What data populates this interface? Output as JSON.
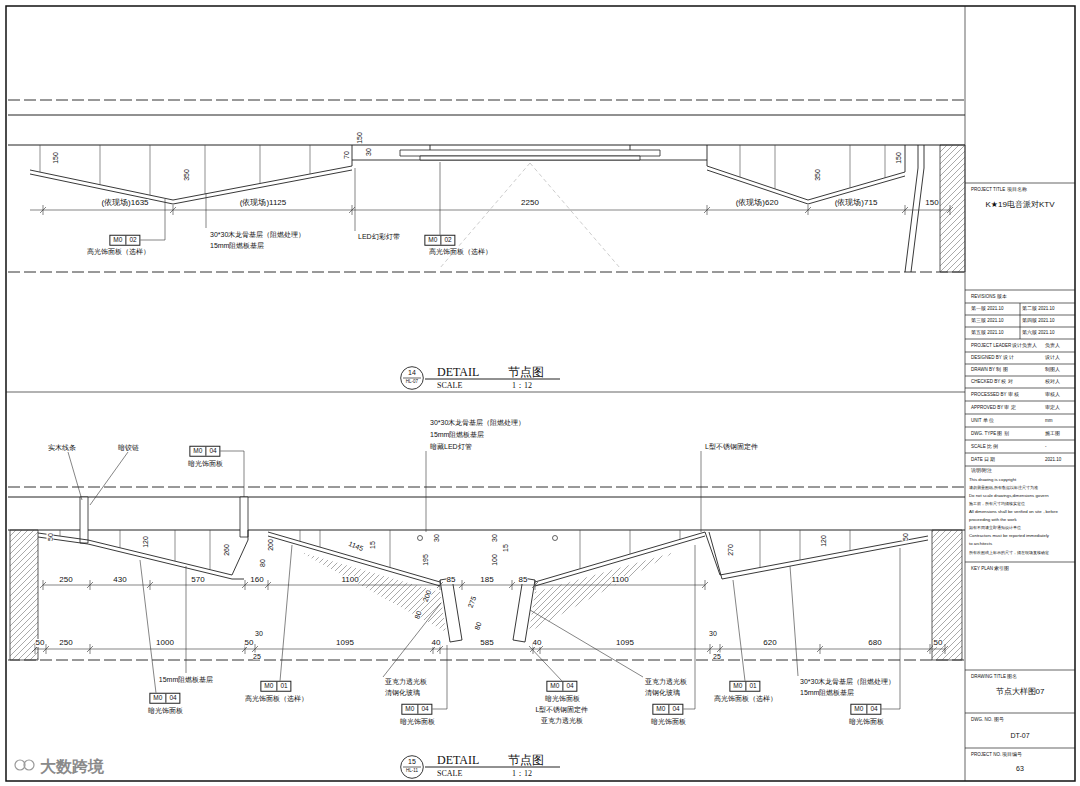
{
  "diagram": {
    "nodes": [
      {
        "text": [
          "M0",
          "02"
        ]
      },
      {
        "text": [
          "M0",
          "02"
        ]
      },
      {
        "text": [
          "14",
          "HL-07"
        ]
      },
      {
        "text": [
          "M0",
          "04"
        ]
      },
      {
        "text": [
          "M0",
          "04"
        ]
      },
      {
        "text": [
          "M0",
          "01"
        ]
      },
      {
        "text": [
          "M0",
          "04"
        ]
      },
      {
        "text": [
          "M0",
          "04"
        ]
      },
      {
        "text": [
          "M0",
          "04"
        ]
      },
      {
        "text": [
          "M0",
          "01"
        ]
      },
      {
        "text": [
          "M0",
          "04"
        ]
      },
      {
        "text": [
          "15",
          "HL-11"
        ]
      }
    ],
    "labels": [
      "150",
      "350",
      "70",
      "150",
      "30",
      "350",
      "150",
      "(依现场)1635",
      "(依现场)1125",
      "2250",
      "(依现场)620",
      "(依现场)715",
      "150",
      "30*30木龙骨基层（阻燃处理）",
      "15mm阻燃板基层",
      "LED幻彩灯带",
      "高光饰面板（选样）",
      "高光饰面板（选样）",
      "DETAIL",
      "节点图",
      "SCALE",
      "1：12",
      "实木线条",
      "暗铰链",
      "暗光饰面板",
      "30*30木龙骨基层（阻燃处理）",
      "15mm阻燃板基层",
      "暗藏LED灯管",
      "L型不锈钢固定件",
      "50",
      "120",
      "260",
      "80",
      "200",
      "1145",
      "15",
      "195",
      "30",
      "30",
      "100",
      "15",
      "270",
      "120",
      "50",
      "250",
      "430",
      "570",
      "160",
      "1100",
      "85",
      "185",
      "85",
      "1100",
      "80",
      "200",
      "275",
      "80",
      "50",
      "250",
      "1000",
      "50",
      "30",
      "25",
      "1095",
      "40",
      "585",
      "40",
      "1095",
      "30",
      "25",
      "620",
      "680",
      "50",
      "15mm阻燃板基层",
      "暗光饰面板",
      "高光饰面板（选样）",
      "亚克力透光板",
      "清钢化玻璃",
      "暗光饰面板",
      "暗光饰面板",
      "L型不锈钢固定件",
      "亚克力透光板",
      "亚克力透光板",
      "清钢化玻璃",
      "暗光饰面板",
      "高光饰面板（选样）",
      "30*30木龙骨基层（阻燃处理）",
      "15mm阻燃板基层",
      "暗光饰面板",
      "DETAIL",
      "节点图",
      "SCALE",
      "1：12",
      "大数跨境",
      "PROJECT TITLE 项目名称",
      "K★19电音派对KTV",
      "REVISIONS 版本",
      "第一版 2021.10",
      "第二版 2021.10",
      "第三版 2021.10",
      "第四版 2021.10",
      "第五版 2021.10",
      "第六版 2021.10",
      "PROJECT LEADER 设计负责人",
      "负责人",
      "DESIGNED BY 设 计",
      "设计人",
      "DRAWN BY 制 图",
      "制图人",
      "CHECKED BY 校 对",
      "校对人",
      "PROCESSED BY 审 核",
      "审核人",
      "APPROVED BY 审 定",
      "审定人",
      "UNIT 单 位",
      "mm",
      "DWG. TYPE 图 别",
      "施工图",
      "SCALE 比 例",
      "-",
      "DATE 日 期",
      "2021.10",
      "说明/附注",
      "This drawing is copyright",
      "请勿测量图纸,所有数据以标注尺寸为准",
      "Do not scale drawings,dimensions govern",
      "施工前，所有尺寸均须核实定位",
      "All dimensions shall be verified on site，before",
      "proceeding with the work",
      "如有不同请立即通知设计单位",
      "Contractors must be reported immediately",
      "to architects",
      "所有改图或上标示的尺寸，须在现场复核确定",
      "KEY PLAN 索引图",
      "DRAWING TITLE 图名",
      "节点大样图07",
      "DWG. NO. 图号",
      "DT-07",
      "PROJECT NO. 项目编号",
      "63"
    ]
  }
}
